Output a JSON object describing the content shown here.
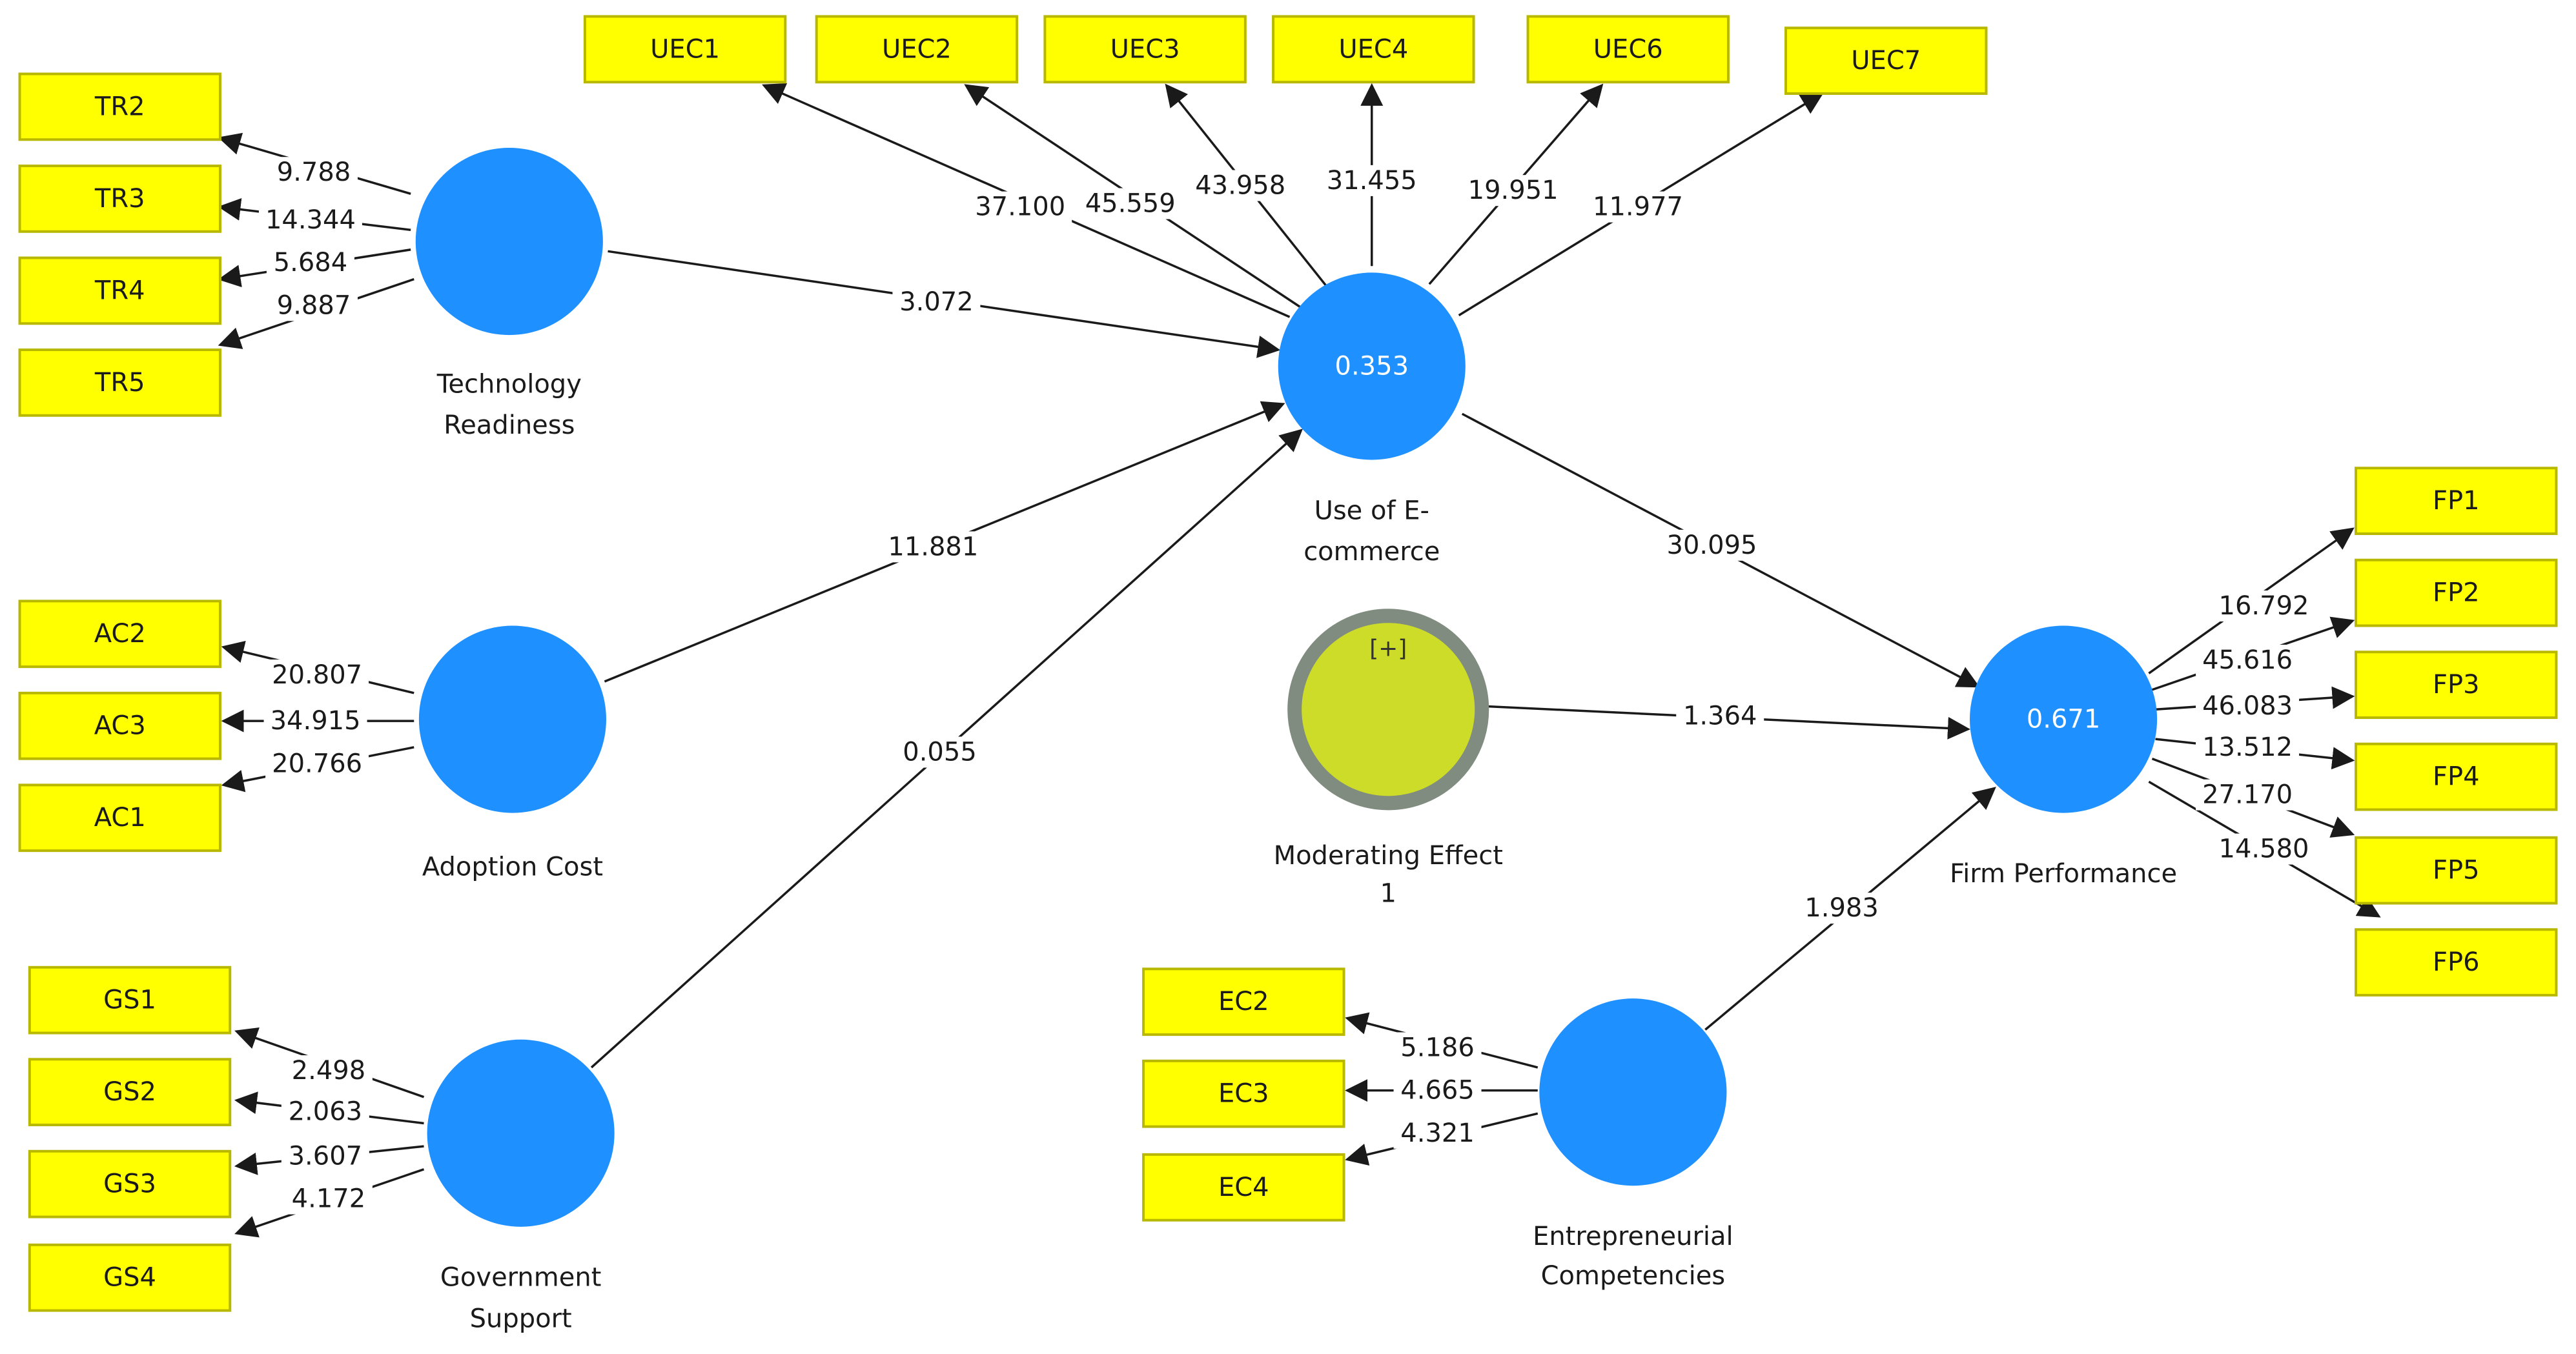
{
  "latent_variables": {
    "TR": {
      "name_lines": [
        "Technology",
        "Readiness"
      ],
      "value": ""
    },
    "UEC": {
      "name_lines": [
        "Use of E-",
        "commerce"
      ],
      "value": "0.353"
    },
    "AC": {
      "name_lines": [
        "Adoption Cost"
      ],
      "value": ""
    },
    "GS": {
      "name_lines": [
        "Government",
        "Support"
      ],
      "value": ""
    },
    "ME": {
      "name_lines": [
        "Moderating Effect",
        "1"
      ],
      "value": "[+]"
    },
    "FP": {
      "name_lines": [
        "Firm Performance"
      ],
      "value": "0.671"
    },
    "EC": {
      "name_lines": [
        "Entrepreneurial",
        "Competencies"
      ],
      "value": ""
    }
  },
  "indicators": {
    "TR2": "TR2",
    "TR3": "TR3",
    "TR4": "TR4",
    "TR5": "TR5",
    "UEC1": "UEC1",
    "UEC2": "UEC2",
    "UEC3": "UEC3",
    "UEC4": "UEC4",
    "UEC6": "UEC6",
    "UEC7": "UEC7",
    "AC2": "AC2",
    "AC3": "AC3",
    "AC1": "AC1",
    "GS1": "GS1",
    "GS2": "GS2",
    "GS3": "GS3",
    "GS4": "GS4",
    "FP1": "FP1",
    "FP2": "FP2",
    "FP3": "FP3",
    "FP4": "FP4",
    "FP5": "FP5",
    "FP6": "FP6",
    "EC2": "EC2",
    "EC3": "EC3",
    "EC4": "EC4"
  },
  "paths": [
    {
      "from": "TR",
      "to": "UEC",
      "label": "3.072"
    },
    {
      "from": "AC",
      "to": "UEC",
      "label": "11.881"
    },
    {
      "from": "GS",
      "to": "UEC",
      "label": "0.055"
    },
    {
      "from": "UEC",
      "to": "FP",
      "label": "30.095"
    },
    {
      "from": "ME",
      "to": "FP",
      "label": "1.364"
    },
    {
      "from": "EC",
      "to": "FP",
      "label": "1.983"
    }
  ],
  "loadings": [
    {
      "lv": "TR",
      "indicator": "TR2",
      "label": "9.788"
    },
    {
      "lv": "TR",
      "indicator": "TR3",
      "label": "14.344"
    },
    {
      "lv": "TR",
      "indicator": "TR4",
      "label": "5.684"
    },
    {
      "lv": "TR",
      "indicator": "TR5",
      "label": "9.887"
    },
    {
      "lv": "UEC",
      "indicator": "UEC1",
      "label": "37.100"
    },
    {
      "lv": "UEC",
      "indicator": "UEC2",
      "label": "45.559"
    },
    {
      "lv": "UEC",
      "indicator": "UEC3",
      "label": "43.958"
    },
    {
      "lv": "UEC",
      "indicator": "UEC4",
      "label": "31.455"
    },
    {
      "lv": "UEC",
      "indicator": "UEC6",
      "label": "19.951"
    },
    {
      "lv": "UEC",
      "indicator": "UEC7",
      "label": "11.977"
    },
    {
      "lv": "AC",
      "indicator": "AC2",
      "label": "20.807"
    },
    {
      "lv": "AC",
      "indicator": "AC3",
      "label": "34.915"
    },
    {
      "lv": "AC",
      "indicator": "AC1",
      "label": "20.766"
    },
    {
      "lv": "GS",
      "indicator": "GS1",
      "label": "2.498"
    },
    {
      "lv": "GS",
      "indicator": "GS2",
      "label": "2.063"
    },
    {
      "lv": "GS",
      "indicator": "GS3",
      "label": "3.607"
    },
    {
      "lv": "GS",
      "indicator": "GS4",
      "label": "4.172"
    },
    {
      "lv": "FP",
      "indicator": "FP1",
      "label": "16.792"
    },
    {
      "lv": "FP",
      "indicator": "FP2",
      "label": "45.616"
    },
    {
      "lv": "FP",
      "indicator": "FP3",
      "label": "46.083"
    },
    {
      "lv": "FP",
      "indicator": "FP4",
      "label": "13.512"
    },
    {
      "lv": "FP",
      "indicator": "FP5",
      "label": "27.170"
    },
    {
      "lv": "FP",
      "indicator": "FP6",
      "label": "14.580"
    },
    {
      "lv": "EC",
      "indicator": "EC2",
      "label": "5.186"
    },
    {
      "lv": "EC",
      "indicator": "EC3",
      "label": "4.665"
    },
    {
      "lv": "EC",
      "indicator": "EC4",
      "label": "4.321"
    }
  ],
  "colors": {
    "construct": "#1e90ff",
    "moderator": "#cddc28",
    "moderator_ring": "#7f8c7f",
    "indicator": "#ffff00"
  }
}
